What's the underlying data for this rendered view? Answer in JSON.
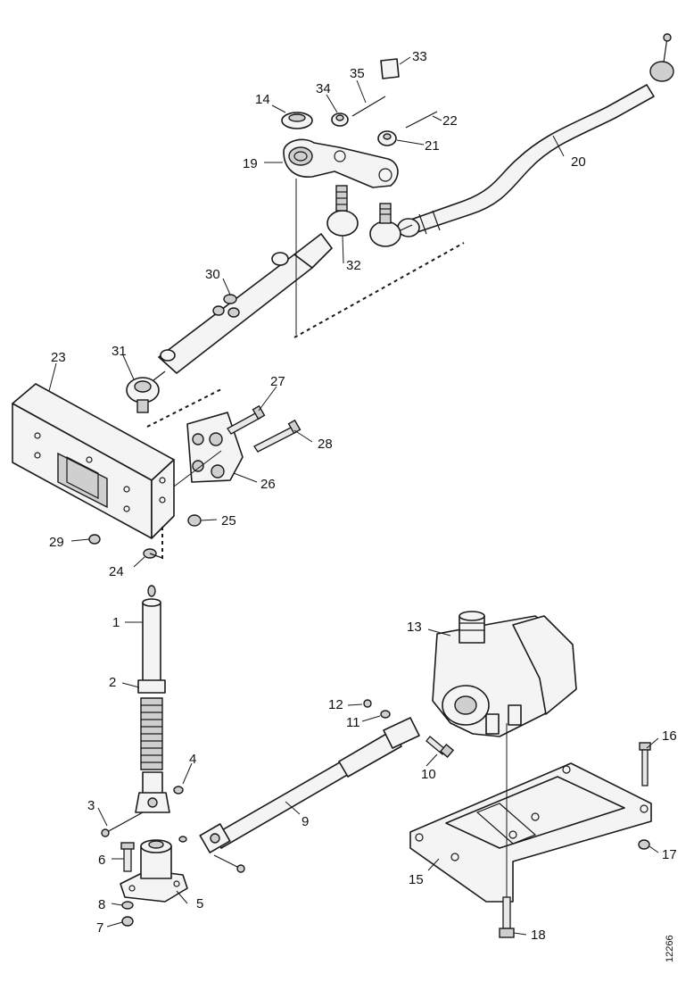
{
  "drawing": {
    "reference_number": "12266",
    "labels": {
      "p1": "1",
      "p2": "2",
      "p3": "3",
      "p4": "4",
      "p5": "5",
      "p6": "6",
      "p7": "7",
      "p8": "8",
      "p9": "9",
      "p10": "10",
      "p11": "11",
      "p12": "12",
      "p13": "13",
      "p14": "14",
      "p15": "15",
      "p16": "16",
      "p17": "17",
      "p18": "18",
      "p19": "19",
      "p20": "20",
      "p21": "21",
      "p22": "22",
      "p23": "23",
      "p24": "24",
      "p25": "25",
      "p26": "26",
      "p27": "27",
      "p28": "28",
      "p29": "29",
      "p30": "30",
      "p31": "31",
      "p32": "32",
      "p33": "33",
      "p34": "34",
      "p35": "35"
    }
  }
}
